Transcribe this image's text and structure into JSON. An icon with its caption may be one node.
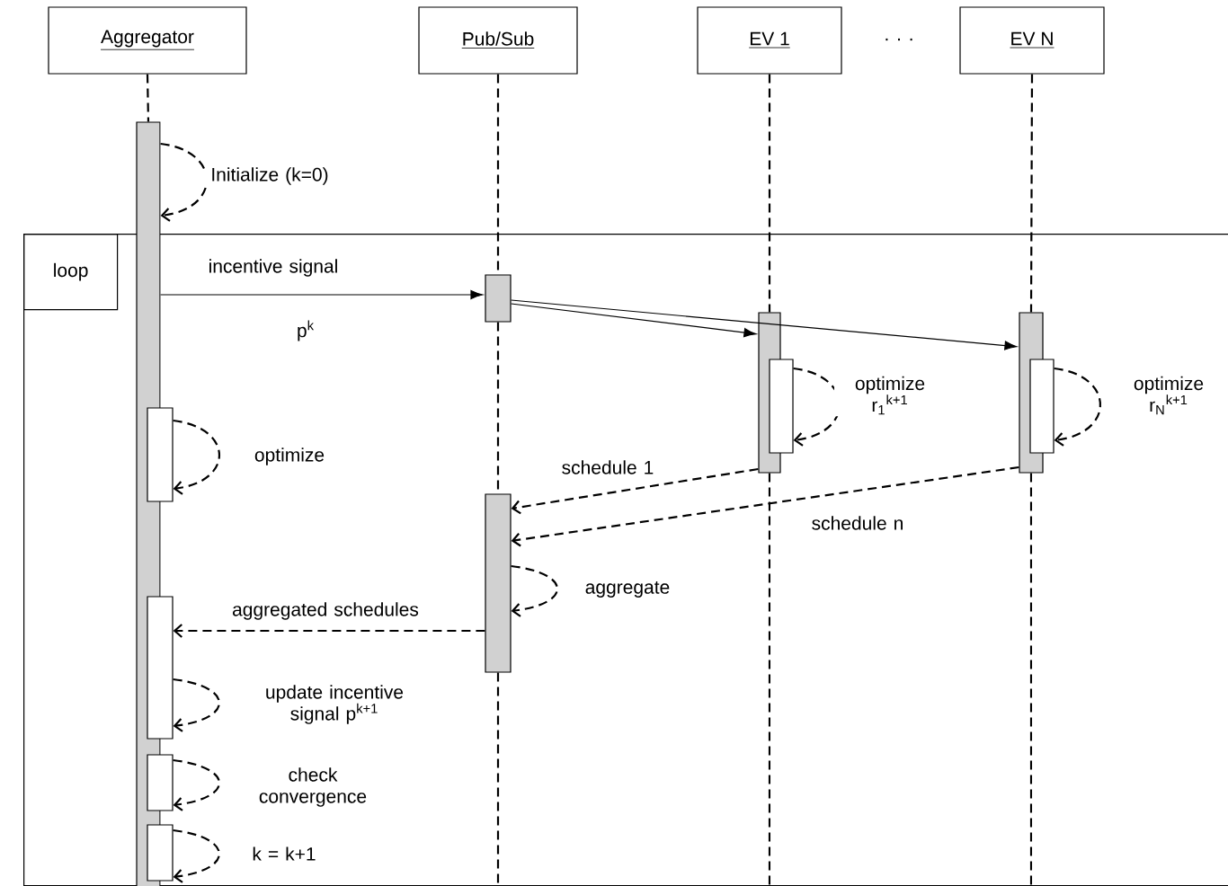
{
  "diagram": {
    "nodes": [
      {
        "text": [
          "Aggregator"
        ]
      },
      {
        "text": [
          "Pub/Sub"
        ]
      },
      {
        "text": [
          "EV 1"
        ]
      },
      {
        "text": [
          "EV N"
        ]
      },
      {
        "text": [
          "loop"
        ]
      },
      {
        "text": [],
        "shape": "bar"
      },
      {
        "text": [],
        "shape": "bar",
        "in": 4
      },
      {
        "text": [],
        "shape": "bar",
        "in": 4
      },
      {
        "text": [],
        "shape": "bar",
        "in": 4
      },
      {
        "text": [],
        "shape": "bar",
        "in": 4
      },
      {
        "text": [],
        "shape": "bar",
        "in": 4
      },
      {
        "text": [],
        "shape": "bar",
        "in": 4
      },
      {
        "text": [],
        "shape": "bar",
        "in": 4
      },
      {
        "text": [],
        "shape": "bar",
        "in": 4
      },
      {
        "text": [],
        "shape": "bar",
        "in": 4
      },
      {
        "text": [],
        "shape": "bar",
        "in": 4
      }
    ],
    "edges": [
      {
        "from": 5,
        "to": 5,
        "arrow": "to",
        "style": "dashed",
        "label": "Initialize (k=0)"
      },
      {
        "from": 5,
        "to": 6,
        "arrow": "to",
        "label": "incentive signal"
      },
      {
        "from": 6,
        "to": 7,
        "arrow": "to"
      },
      {
        "from": 6,
        "to": 8,
        "arrow": "to"
      },
      {
        "from": 9,
        "to": 9,
        "arrow": "to",
        "style": "dashed",
        "label": "optimize r$_{1}$$^{k+1}$"
      },
      {
        "from": 10,
        "to": 10,
        "arrow": "to",
        "style": "dashed",
        "label": "optimize r$_{N}$$^{k+1}$"
      },
      {
        "from": 11,
        "to": 11,
        "arrow": "to",
        "style": "dashed",
        "label": "optimize"
      },
      {
        "from": 7,
        "to": 12,
        "arrow": "to",
        "style": "dashed",
        "label": "schedule 1"
      },
      {
        "from": 8,
        "to": 12,
        "arrow": "to",
        "style": "dashed",
        "label": "schedule n"
      },
      {
        "from": 12,
        "to": 12,
        "arrow": "to",
        "style": "dashed",
        "label": "aggregate"
      },
      {
        "from": 12,
        "to": 13,
        "arrow": "to",
        "style": "dashed",
        "label": "aggregated schedules"
      },
      {
        "from": 13,
        "to": 13,
        "arrow": "to",
        "style": "dashed",
        "label": "update incentive signal p$^{k+1}$"
      },
      {
        "from": 14,
        "to": 14,
        "arrow": "to",
        "style": "dashed",
        "label": "check convergence"
      },
      {
        "from": 15,
        "to": 15,
        "arrow": "to",
        "style": "dashed",
        "label": "k = k+1"
      },
      {
        "from": 0,
        "to": 5,
        "arrow": "none",
        "style": "dashed"
      },
      {
        "from": 1,
        "to": 6,
        "arrow": "none",
        "style": "dashed"
      },
      {
        "from": 6,
        "to": 12,
        "arrow": "none",
        "style": "dashed"
      },
      {
        "from": 12,
        "to": 4,
        "arrow": "none",
        "style": "dashed"
      },
      {
        "from": 2,
        "to": 7,
        "arrow": "none",
        "style": "dashed"
      },
      {
        "from": 7,
        "to": 4,
        "arrow": "none",
        "style": "dashed"
      },
      {
        "from": 3,
        "to": 8,
        "arrow": "none",
        "style": "dashed"
      },
      {
        "from": 8,
        "to": 4,
        "arrow": "none",
        "style": "dashed"
      }
    ],
    "labels": [
      "p$^{k}$",
      ". . ."
    ]
  }
}
